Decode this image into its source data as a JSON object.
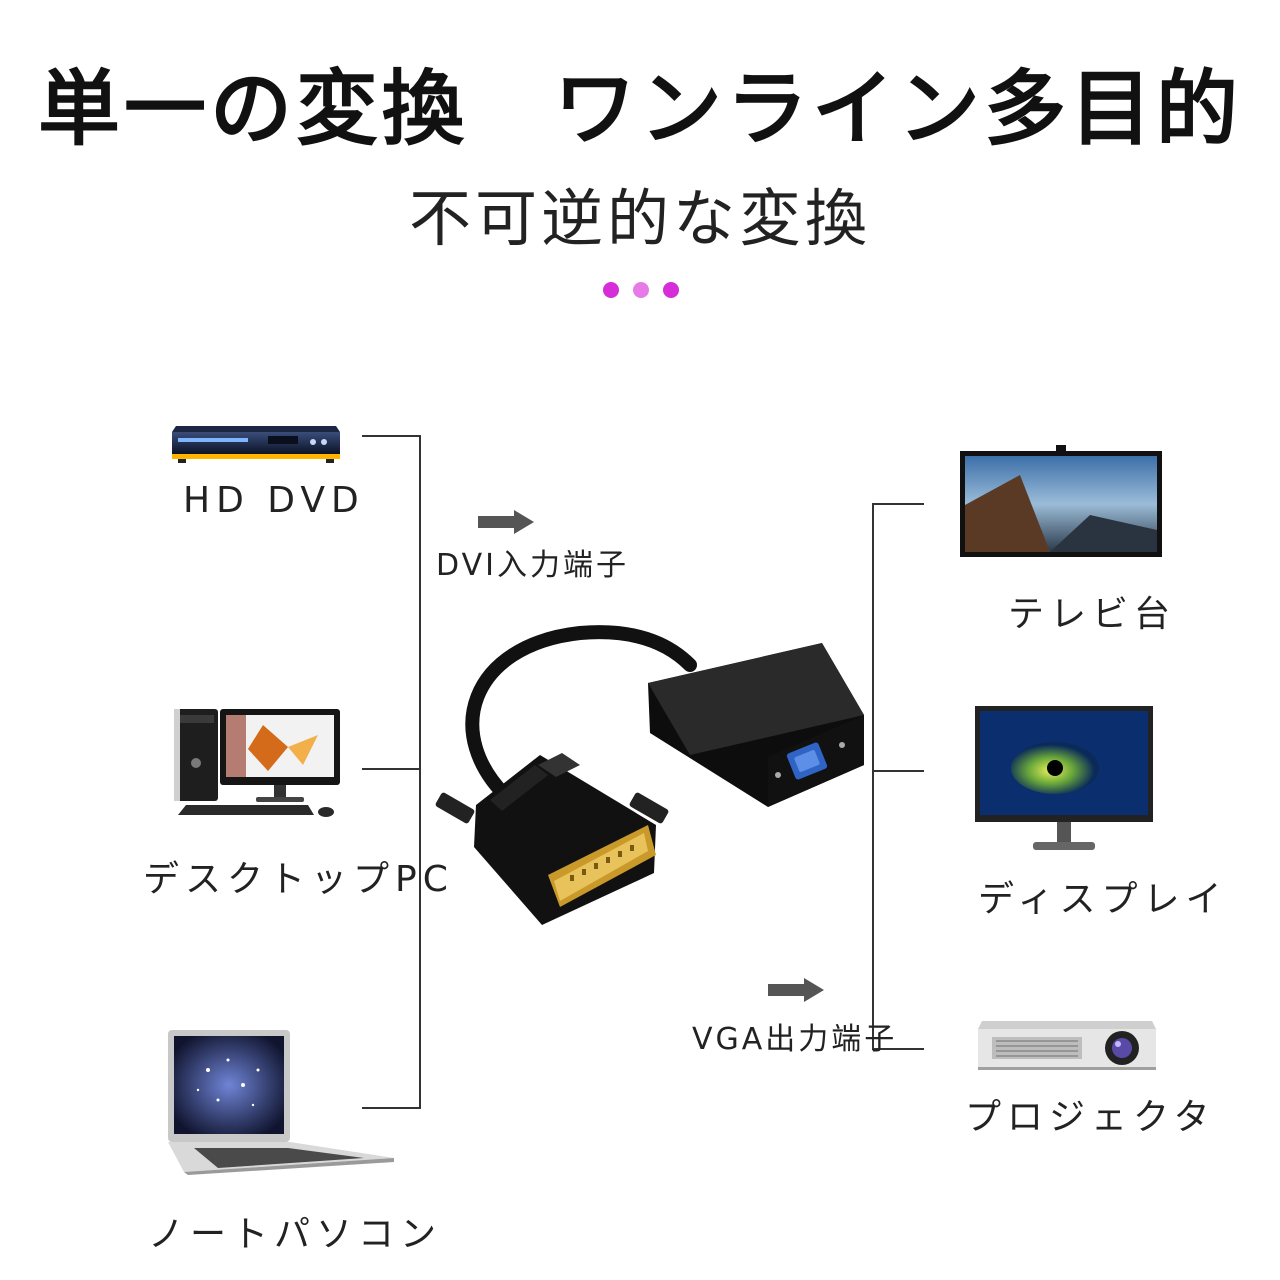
{
  "heading": {
    "title": "単一の変換　ワンライン多目的",
    "subtitle": "不可逆的な変換"
  },
  "accent_colors": [
    "#d62dd8",
    "#e67be8",
    "#d62dd8"
  ],
  "inputs": {
    "port_label": "DVI入力端子",
    "devices": [
      {
        "label": "HD DVD",
        "icon": "dvd-player-icon"
      },
      {
        "label": "デスクトップPC",
        "icon": "desktop-pc-icon"
      },
      {
        "label": "ノートパソコン",
        "icon": "laptop-icon"
      }
    ]
  },
  "outputs": {
    "port_label": "VGA出力端子",
    "devices": [
      {
        "label": "テレビ台",
        "icon": "tv-icon"
      },
      {
        "label": "ディスプレイ",
        "icon": "monitor-icon"
      },
      {
        "label": "プロジェクタ",
        "icon": "projector-icon"
      }
    ]
  },
  "product": {
    "icon": "dvi-to-vga-adapter-icon"
  }
}
